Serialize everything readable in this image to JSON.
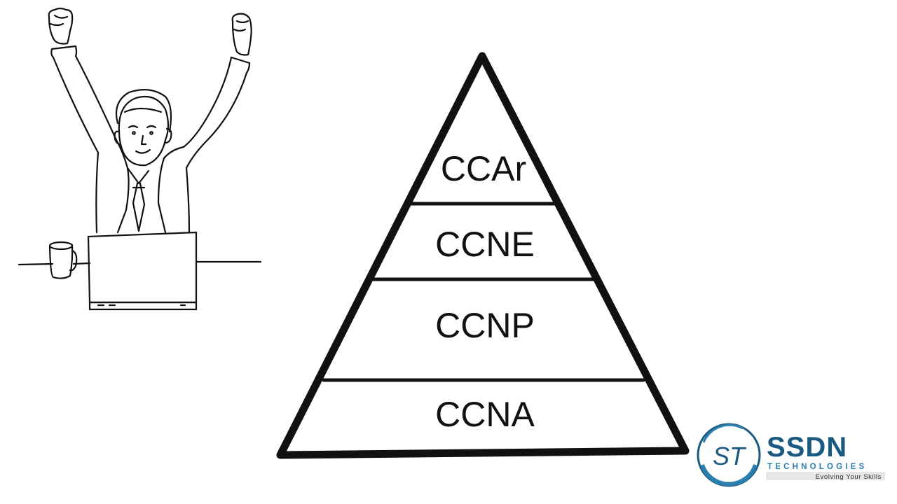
{
  "pyramid": {
    "tiers": [
      {
        "label": "CCAr"
      },
      {
        "label": "CCNE"
      },
      {
        "label": "CCNP"
      },
      {
        "label": "CCNA"
      }
    ]
  },
  "logo": {
    "initials": "ST",
    "name": "SSDN",
    "subtitle": "TECHNOLOGIES",
    "tagline": "Evolving Your Skills",
    "colors": {
      "primary": "#1b5a80",
      "accent": "#2b7fb0",
      "tag_bg": "#e6e6e6"
    }
  },
  "illustration": {
    "icon": "celebrating-person-at-laptop-icon"
  }
}
